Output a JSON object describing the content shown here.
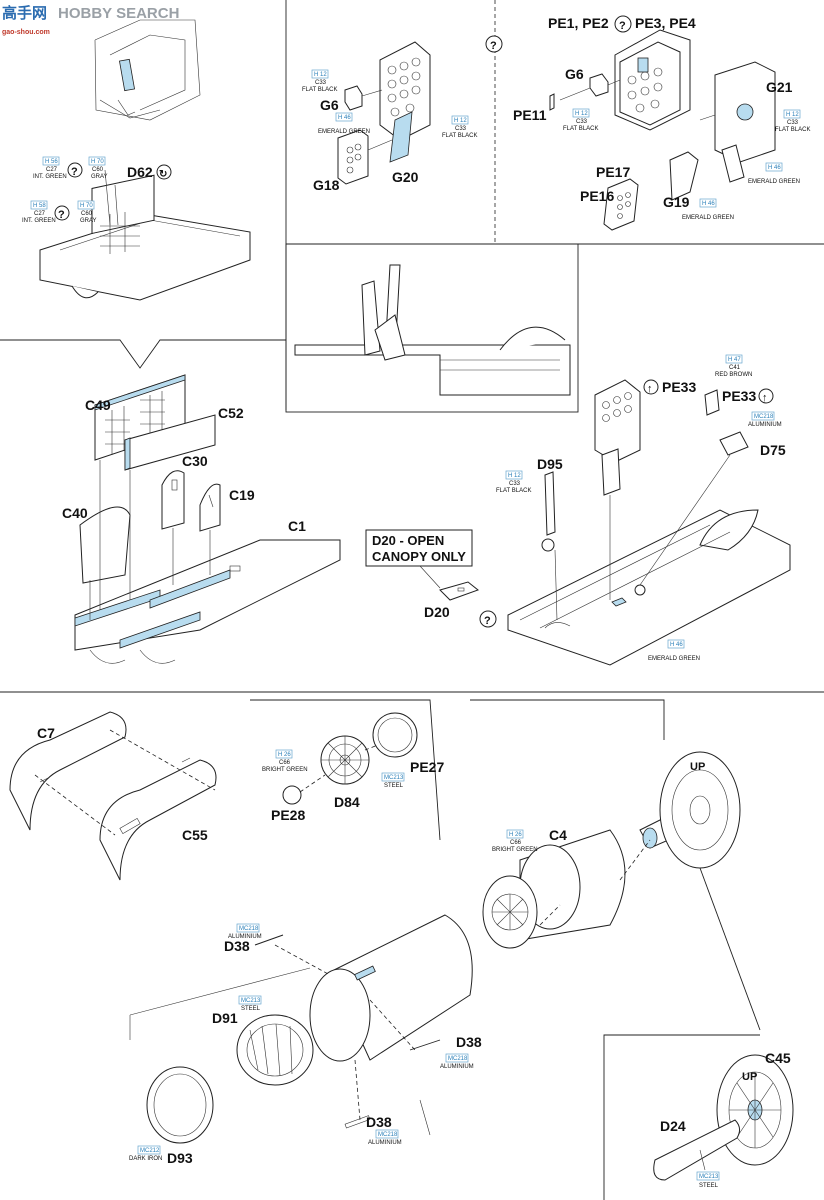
{
  "watermark": {
    "brand": "HOBBY SEARCH",
    "site": "gao-shou.com",
    "cjk": "高手网"
  },
  "labels": {
    "D62": "D62",
    "G6a": "G6",
    "G20": "G20",
    "G18": "G18",
    "PE_top": "PE1, PE2",
    "PE_top2": "PE3, PE4",
    "G6b": "G6",
    "PE11": "PE11",
    "G21": "G21",
    "PE17": "PE17",
    "PE16": "PE16",
    "G19": "G19",
    "C49": "C49",
    "C52": "C52",
    "C30": "C30",
    "C19": "C19",
    "C40": "C40",
    "C1": "C1",
    "PE33a": "PE33",
    "PE33b": "PE33",
    "D75": "D75",
    "D95": "D95",
    "D20_note_line1": "D20 - OPEN",
    "D20_note_line2": "CANOPY ONLY",
    "D20": "D20",
    "C7": "C7",
    "C55": "C55",
    "PE27": "PE27",
    "D84": "D84",
    "PE28": "PE28",
    "C4": "C4",
    "D38a": "D38",
    "D91": "D91",
    "D38b": "D38",
    "D38c": "D38",
    "D93": "D93",
    "C45": "C45",
    "D24": "D24",
    "UP": "UP"
  },
  "paints": {
    "h56_c27": {
      "h": "H 56",
      "c": "C27",
      "name": "INT. GREEN"
    },
    "h70_c60": {
      "h": "H 70",
      "c": "C60",
      "name": "GRAY"
    },
    "h58_c27": {
      "h": "H 58",
      "c": "C27",
      "name": "INT. GREEN"
    },
    "h70_c60b": {
      "h": "H 70",
      "c": "C60",
      "name": "GRAY"
    },
    "h12_flat_g6": {
      "h": "H 12",
      "c": "C33",
      "name": "FLAT BLACK"
    },
    "h46_emerald_g20": {
      "h": "H 46",
      "name": "EMERALD GREEN"
    },
    "h12_flat_g20": {
      "h": "H 12",
      "c": "C33",
      "name": "FLAT BLACK"
    },
    "h12_flat_g6b": {
      "h": "H 12",
      "c": "C33",
      "name": "FLAT BLACK"
    },
    "h12_flat_g21": {
      "h": "H 12",
      "c": "C33",
      "name": "FLAT BLACK"
    },
    "h46_emerald_g21": {
      "h": "H 46",
      "name": "EMERALD GREEN"
    },
    "h46_emerald_g19": {
      "h": "H 46",
      "name": "EMERALD GREEN"
    },
    "h47_red": {
      "h": "H 47",
      "c": "C41",
      "name": "RED BROWN"
    },
    "mc218_alu_d75": {
      "h": "MC218",
      "name": "ALUMINIUM"
    },
    "h12_flat_d95": {
      "h": "H 12",
      "c": "C33",
      "name": "FLAT BLACK"
    },
    "h46_emerald_c1": {
      "h": "H 46",
      "name": "EMERALD GREEN"
    },
    "h26_bright_pe28": {
      "h": "H 26",
      "c": "C66",
      "name": "BRIGHT GREEN"
    },
    "mc213_steel_pe27": {
      "h": "MC213",
      "name": "STEEL"
    },
    "h26_bright_c4": {
      "h": "H 26",
      "c": "C66",
      "name": "BRIGHT GREEN"
    },
    "mc218_alu_d38a": {
      "h": "MC218",
      "name": "ALUMINIUM"
    },
    "mc213_steel_d91": {
      "h": "MC213",
      "name": "STEEL"
    },
    "mc218_alu_d38b": {
      "h": "MC218",
      "name": "ALUMINIUM"
    },
    "mc218_alu_d38c": {
      "h": "MC218",
      "name": "ALUMINIUM"
    },
    "mc212_dark_iron": {
      "h": "MC212",
      "name": "DARK IRON"
    },
    "mc213_steel_d24": {
      "h": "MC213",
      "name": "STEEL"
    }
  },
  "icons": {
    "question": "?",
    "arrow_up": "↑",
    "rotate": "↻"
  },
  "colors": {
    "accent_blue": "#b8dcef",
    "code_blue": "#2a7fb8",
    "line": "#222222"
  }
}
